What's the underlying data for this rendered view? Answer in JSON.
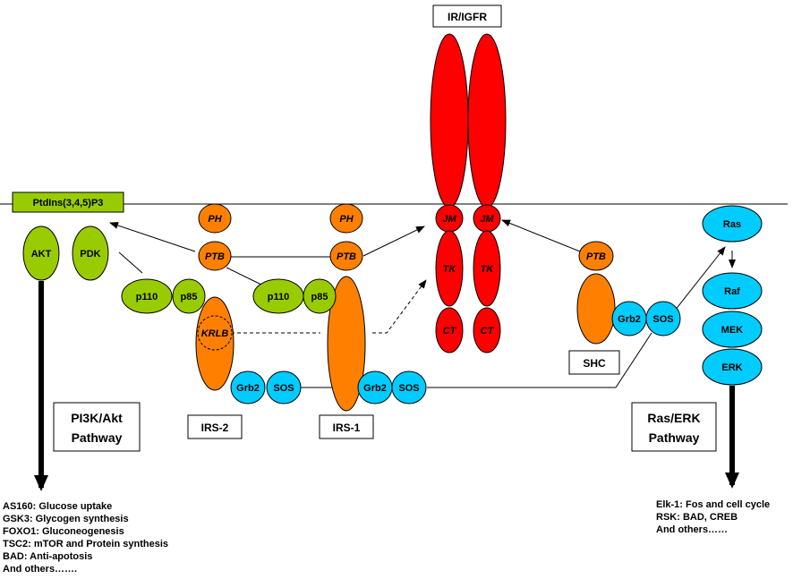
{
  "colors": {
    "receptor": "#ff0000",
    "irs": "#ff8000",
    "pi3k": "#99cc00",
    "adapter": "#00ccff",
    "outline": "#000000"
  },
  "receptor": {
    "title": "IR/IGFR",
    "domains": [
      "JM",
      "TK",
      "CT"
    ]
  },
  "membrane_lipid": "PtdIns(3,4,5)P3",
  "pi3k_side": {
    "akt": "AKT",
    "pdk": "PDK",
    "pathway_title_line1": "PI3K/Akt",
    "pathway_title_line2": "Pathway",
    "targets": [
      "AS160: Glucose uptake",
      "GSK3: Glycogen synthesis",
      "FOXO1: Gluconeogenesis",
      "TSC2: mTOR and Protein synthesis",
      "BAD: Anti-apotosis",
      "And others……."
    ]
  },
  "irs2": {
    "label": "IRS-2",
    "ph": "PH",
    "ptb": "PTB",
    "krlb": "KRLB",
    "p110": "p110",
    "p85": "p85",
    "grb2": "Grb2",
    "sos": "SOS"
  },
  "irs1": {
    "label": "IRS-1",
    "ph": "PH",
    "ptb": "PTB",
    "p110": "p110",
    "p85": "p85",
    "grb2": "Grb2",
    "sos": "SOS"
  },
  "shc": {
    "label": "SHC",
    "ptb": "PTB",
    "grb2": "Grb2",
    "sos": "SOS"
  },
  "ras_side": {
    "ras": "Ras",
    "raf": "Raf",
    "mek": "MEK",
    "erk": "ERK",
    "pathway_title_line1": "Ras/ERK",
    "pathway_title_line2": "Pathway",
    "targets": [
      "Elk-1: Fos and cell cycle",
      "RSK: BAD, CREB",
      "And others……"
    ]
  }
}
